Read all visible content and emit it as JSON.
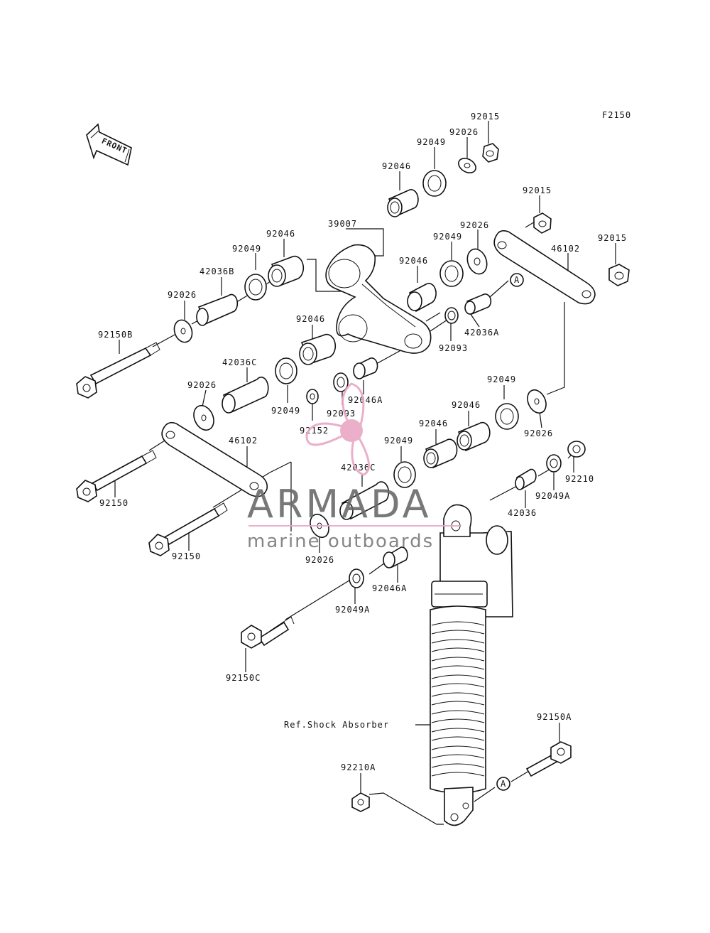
{
  "diagram": {
    "code": "F2150",
    "front_label": "FRONT",
    "ref_label": "Ref.Shock Absorber",
    "ref_marker": "A",
    "parts": [
      {
        "id": "p1",
        "label": "92015"
      },
      {
        "id": "p2",
        "label": "92026"
      },
      {
        "id": "p3",
        "label": "92049"
      },
      {
        "id": "p4",
        "label": "92046"
      },
      {
        "id": "p5",
        "label": "92015"
      },
      {
        "id": "p6",
        "label": "92026"
      },
      {
        "id": "p7",
        "label": "92015"
      },
      {
        "id": "p8",
        "label": "39007"
      },
      {
        "id": "p9",
        "label": "92049"
      },
      {
        "id": "p10",
        "label": "46102"
      },
      {
        "id": "p11",
        "label": "92046"
      },
      {
        "id": "p12",
        "label": "92049"
      },
      {
        "id": "p13",
        "label": "92046"
      },
      {
        "id": "p14",
        "label": "42036B"
      },
      {
        "id": "p15",
        "label": "92026"
      },
      {
        "id": "p16",
        "label": "42036A"
      },
      {
        "id": "p17",
        "label": "92093"
      },
      {
        "id": "p18",
        "label": "92150B"
      },
      {
        "id": "p19",
        "label": "92046"
      },
      {
        "id": "p20",
        "label": "42036C"
      },
      {
        "id": "p21",
        "label": "92026"
      },
      {
        "id": "p22",
        "label": "92049"
      },
      {
        "id": "p23",
        "label": "92093"
      },
      {
        "id": "p24",
        "label": "92046A"
      },
      {
        "id": "p25",
        "label": "92152"
      },
      {
        "id": "p26",
        "label": "92049"
      },
      {
        "id": "p27",
        "label": "92046"
      },
      {
        "id": "p28",
        "label": "92026"
      },
      {
        "id": "p29",
        "label": "46102"
      },
      {
        "id": "p30",
        "label": "92046"
      },
      {
        "id": "p31",
        "label": "92049"
      },
      {
        "id": "p32",
        "label": "42036C"
      },
      {
        "id": "p33",
        "label": "92210"
      },
      {
        "id": "p34",
        "label": "92049A"
      },
      {
        "id": "p35",
        "label": "92150"
      },
      {
        "id": "p36",
        "label": "42036"
      },
      {
        "id": "p37",
        "label": "92150"
      },
      {
        "id": "p38",
        "label": "92026"
      },
      {
        "id": "p39",
        "label": "92046A"
      },
      {
        "id": "p40",
        "label": "92049A"
      },
      {
        "id": "p41",
        "label": "92150C"
      },
      {
        "id": "p42",
        "label": "92150A"
      },
      {
        "id": "p43",
        "label": "92210A"
      }
    ]
  },
  "watermark": {
    "brand": "ARMADA",
    "tagline": "marine outboards",
    "logo_color": "#e9a7c4",
    "text_color": "#6a6a6a"
  }
}
